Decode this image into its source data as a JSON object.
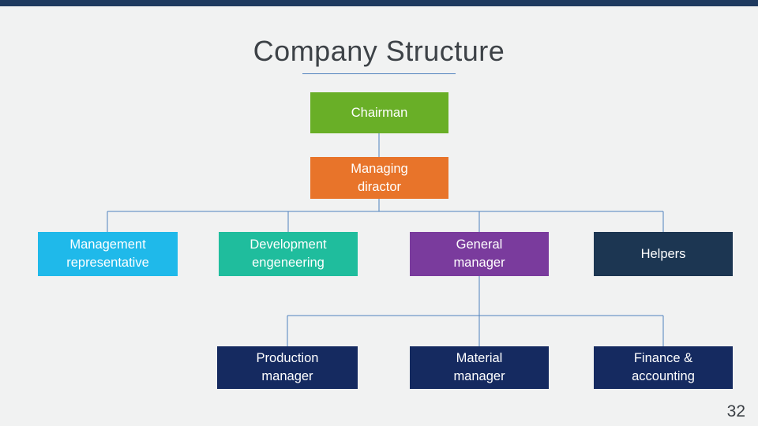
{
  "slide": {
    "title": "Company Structure",
    "page_number": "32"
  },
  "colors": {
    "top_bar": "#1e3a5f",
    "background": "#f1f2f2",
    "connector": "#4f81bd",
    "underline": "#4f81bd",
    "title_text": "#3d4247"
  },
  "nodes": {
    "chairman": {
      "label": "Chairman",
      "color": "#69af27"
    },
    "managing_director": {
      "label": "Managing\ndiractor",
      "color": "#e8742a"
    },
    "management_representative": {
      "label": "Management\nrepresentative",
      "color": "#1fb9ea"
    },
    "development_engineering": {
      "label": "Development\nengeneering",
      "color": "#1fbd9d"
    },
    "general_manager": {
      "label": "General\nmanager",
      "color": "#7a3b9d"
    },
    "helpers": {
      "label": "Helpers",
      "color": "#1c3652"
    },
    "production_manager": {
      "label": "Production\nmanager",
      "color": "#152a60"
    },
    "material_manager": {
      "label": "Material\nmanager",
      "color": "#152a60"
    },
    "finance_accounting": {
      "label": "Finance &\naccounting",
      "color": "#152a60"
    }
  }
}
